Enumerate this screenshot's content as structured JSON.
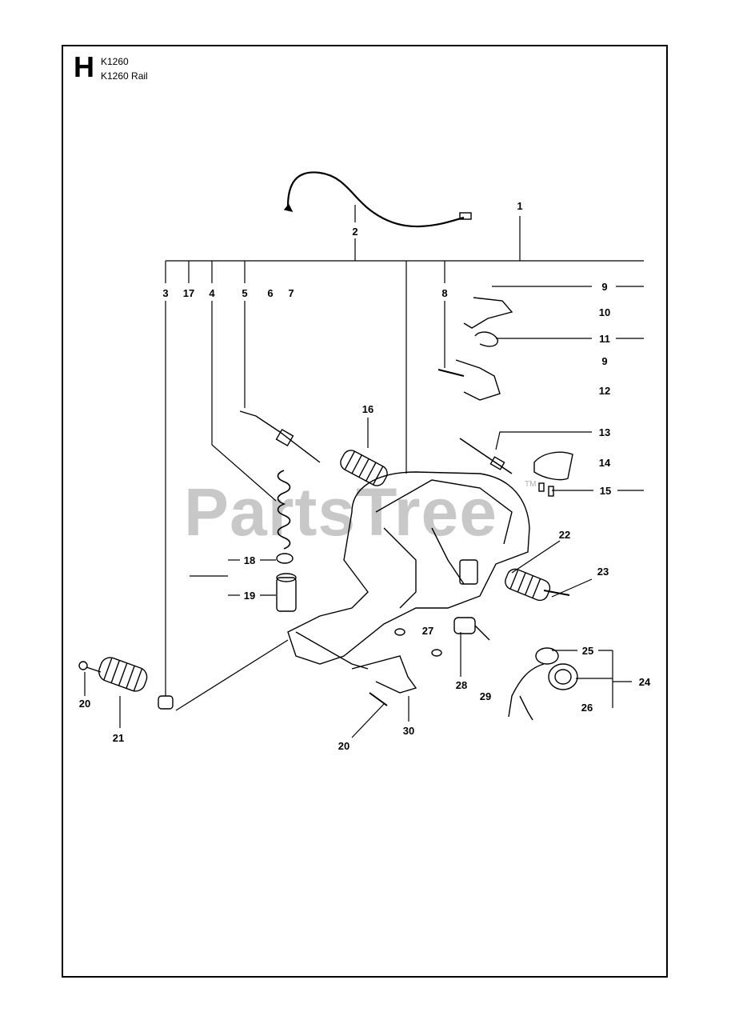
{
  "header": {
    "section_letter": "H",
    "model_primary": "K1260",
    "model_secondary": "K1260 Rail"
  },
  "watermark": {
    "text": "PartsTree",
    "trademark": "TM"
  },
  "callouts": [
    {
      "id": "c1",
      "text": "1"
    },
    {
      "id": "c2",
      "text": "2"
    },
    {
      "id": "c3",
      "text": "3"
    },
    {
      "id": "c17",
      "text": "17"
    },
    {
      "id": "c4",
      "text": "4"
    },
    {
      "id": "c5",
      "text": "5"
    },
    {
      "id": "c6",
      "text": "6"
    },
    {
      "id": "c7",
      "text": "7"
    },
    {
      "id": "c8",
      "text": "8"
    },
    {
      "id": "c9a",
      "text": "9"
    },
    {
      "id": "c10",
      "text": "10"
    },
    {
      "id": "c11",
      "text": "11"
    },
    {
      "id": "c9b",
      "text": "9"
    },
    {
      "id": "c12",
      "text": "12"
    },
    {
      "id": "c16",
      "text": "16"
    },
    {
      "id": "c13",
      "text": "13"
    },
    {
      "id": "c14",
      "text": "14"
    },
    {
      "id": "c15",
      "text": "15"
    },
    {
      "id": "c22",
      "text": "22"
    },
    {
      "id": "c23",
      "text": "23"
    },
    {
      "id": "c18",
      "text": "18"
    },
    {
      "id": "c19",
      "text": "19"
    },
    {
      "id": "c27",
      "text": "27"
    },
    {
      "id": "c25",
      "text": "25"
    },
    {
      "id": "c24",
      "text": "24"
    },
    {
      "id": "c20a",
      "text": "20"
    },
    {
      "id": "c21",
      "text": "21"
    },
    {
      "id": "c28",
      "text": "28"
    },
    {
      "id": "c29",
      "text": "29"
    },
    {
      "id": "c26",
      "text": "26"
    },
    {
      "id": "c30",
      "text": "30"
    },
    {
      "id": "c20b",
      "text": "20"
    }
  ]
}
